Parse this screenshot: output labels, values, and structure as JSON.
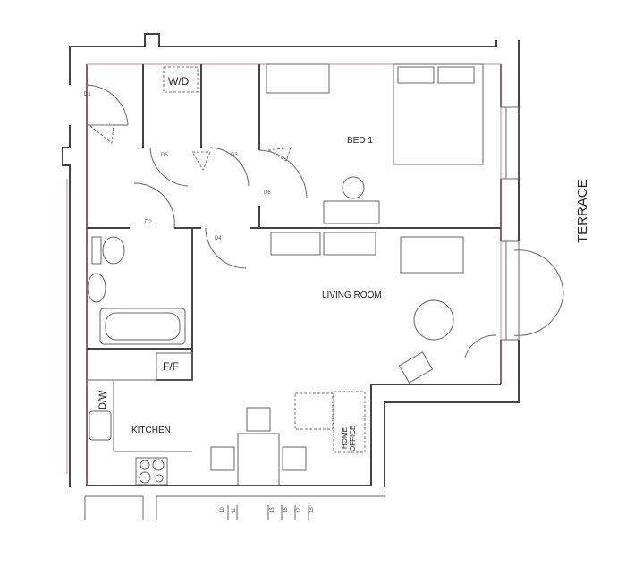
{
  "rooms": {
    "bed1": "BED 1",
    "living": "LIVING ROOM",
    "kitchen": "KITCHEN",
    "home_office_line1": "HOME",
    "home_office_line2": "OFFICE"
  },
  "appliances": {
    "washer_dryer": "W/D",
    "fridge_freezer": "F/F",
    "dishwasher": "D/W"
  },
  "outside": {
    "terrace": "TERRACE"
  },
  "doors": [
    "D1",
    "D2",
    "D3",
    "D4",
    "D5",
    "D6"
  ],
  "stair_numbers": [
    "10",
    "11",
    "15",
    "16",
    "17",
    "18"
  ],
  "colors": {
    "wall": "#444444",
    "boundary": "#c98a8a"
  }
}
